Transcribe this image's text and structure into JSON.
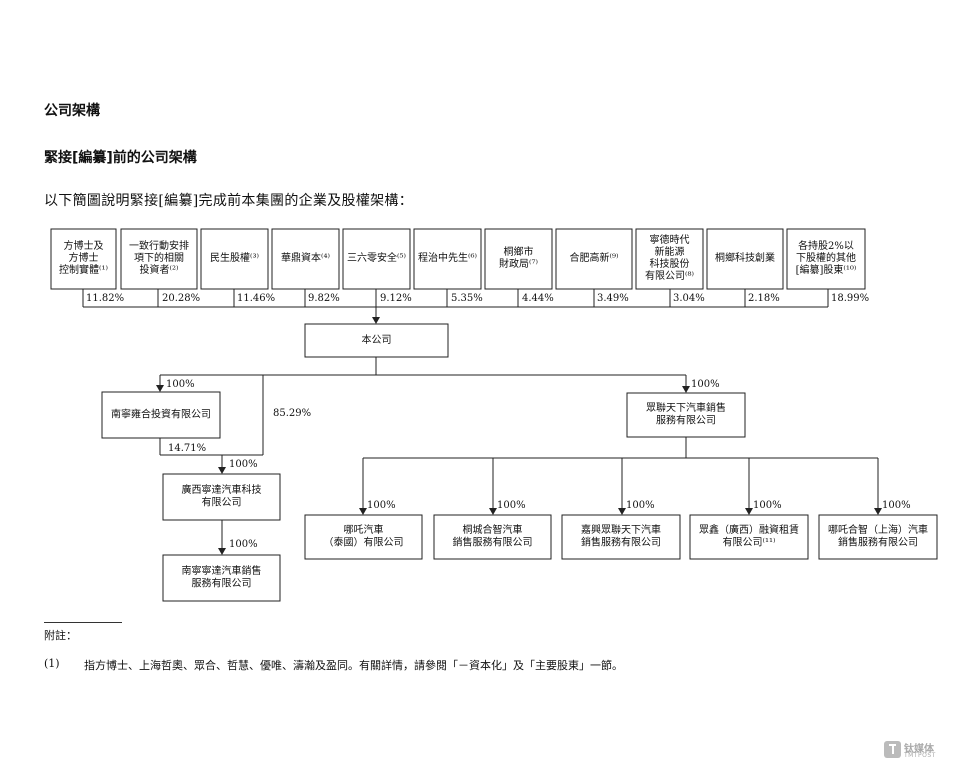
{
  "page": {
    "heading": "公司架構",
    "subheading": "緊接[編纂]前的公司架構",
    "intro": "以下簡圖說明緊接[編纂]完成前本集團的企業及股權架構："
  },
  "shareholders": [
    {
      "lines": [
        "方博士及",
        "方博士",
        "控制實體⁽¹⁾"
      ],
      "pct": "11.82%"
    },
    {
      "lines": [
        "一致行動安排",
        "項下的相關",
        "投資者⁽²⁾"
      ],
      "pct": "20.28%"
    },
    {
      "lines": [
        "民生股權⁽³⁾"
      ],
      "pct": "11.46%"
    },
    {
      "lines": [
        "華鼎資本⁽⁴⁾"
      ],
      "pct": "9.82%"
    },
    {
      "lines": [
        "三六零安全⁽⁵⁾"
      ],
      "pct": "9.12%"
    },
    {
      "lines": [
        "程治中先生⁽⁶⁾"
      ],
      "pct": "5.35%"
    },
    {
      "lines": [
        "桐鄉市",
        "財政局⁽⁷⁾"
      ],
      "pct": "4.44%"
    },
    {
      "lines": [
        "合肥高新⁽⁹⁾"
      ],
      "pct": "3.49%"
    },
    {
      "lines": [
        "寧德時代",
        "新能源",
        "科技股份",
        "有限公司⁽⁸⁾"
      ],
      "pct": "3.04%"
    },
    {
      "lines": [
        "桐鄉科技創業"
      ],
      "pct": "2.18%"
    },
    {
      "lines": [
        "各持股2%以",
        "下股權的其他",
        "[編纂]股東⁽¹⁰⁾"
      ],
      "pct": "18.99%"
    }
  ],
  "company": {
    "name": "本公司"
  },
  "left_branch": {
    "nanning_invest": {
      "lines": [
        "南寧雍合投資有限公司"
      ],
      "pct_from_company": "100%",
      "pct_to_guangxi": "14.71%"
    },
    "company_to_guangxi_pct": "85.29%",
    "guangxi": {
      "lines": [
        "廣西寧達汽車科技",
        "有限公司"
      ],
      "pct": "100%"
    },
    "nanning_sales": {
      "lines": [
        "南寧寧達汽車銷售",
        "服務有限公司"
      ],
      "pct": "100%"
    }
  },
  "right_branch": {
    "parent": {
      "lines": [
        "眾聯天下汽車銷售",
        "服務有限公司"
      ],
      "pct": "100%"
    },
    "children": [
      {
        "lines": [
          "哪吒汽車",
          "（泰國）有限公司"
        ],
        "pct": "100%"
      },
      {
        "lines": [
          "桐城合智汽車",
          "銷售服務有限公司"
        ],
        "pct": "100%"
      },
      {
        "lines": [
          "嘉興眾聯天下汽車",
          "銷售服務有限公司"
        ],
        "pct": "100%"
      },
      {
        "lines": [
          "眾鑫（廣西）融資租賃",
          "有限公司⁽¹¹⁾"
        ],
        "pct": "100%"
      },
      {
        "lines": [
          "哪吒合智（上海）汽車",
          "銷售服務有限公司"
        ],
        "pct": "100%"
      }
    ]
  },
  "notes": {
    "title": "附註：",
    "items": [
      {
        "num": "(1)",
        "text": "指方博士、上海哲奧、眾合、哲慧、優唯、濤瀚及盈同。有關詳情，請參閱「－資本化」及「主要股東」一節。"
      }
    ]
  },
  "watermark": {
    "cn": "钛媒体",
    "en": "TMTPOST"
  }
}
